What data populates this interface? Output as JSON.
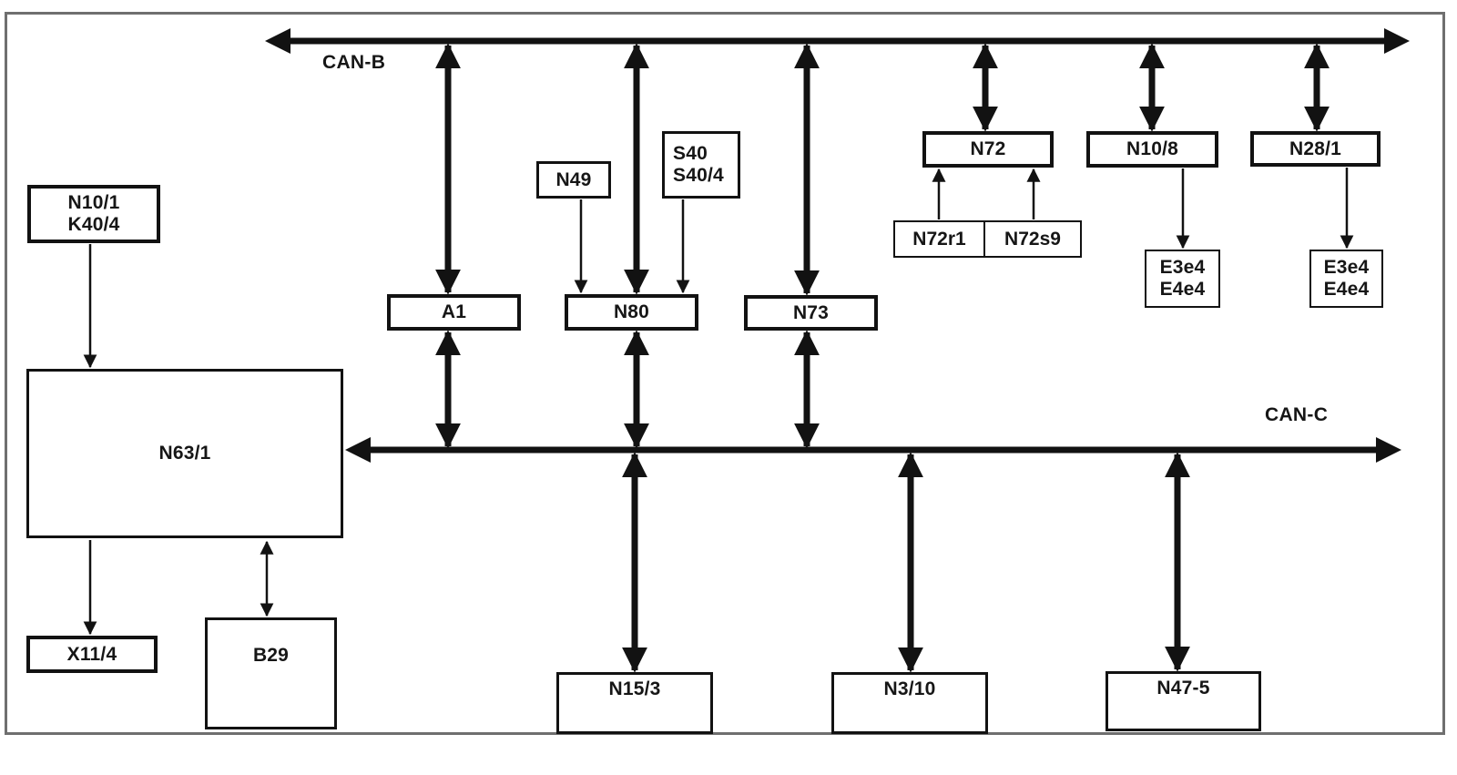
{
  "diagram_type": "CAN bus network topology diagram",
  "colors": {
    "line": "#121212",
    "frame": "#6f6f6f",
    "background": "#ffffff",
    "box_fill": "#ffffff",
    "text": "#161616"
  },
  "buses": {
    "can_b": {
      "label": "CAN-B",
      "arrowheads": "both-ends"
    },
    "can_c": {
      "label": "CAN-C",
      "arrowheads": "both-ends"
    }
  },
  "nodes": {
    "n10_1_k40_4": {
      "lines": [
        "N10/1",
        "K40/4"
      ]
    },
    "n63_1": {
      "label": "N63/1"
    },
    "x11_4": {
      "label": "X11/4"
    },
    "b29": {
      "label": "B29"
    },
    "a1": {
      "label": "A1"
    },
    "n49": {
      "label": "N49"
    },
    "s40_s40_4": {
      "lines": [
        "S40",
        "S40/4"
      ]
    },
    "n80": {
      "label": "N80"
    },
    "n73": {
      "label": "N73"
    },
    "n72": {
      "label": "N72"
    },
    "n72r1": {
      "label": "N72r1"
    },
    "n72s9": {
      "label": "N72s9"
    },
    "n10_8": {
      "label": "N10/8"
    },
    "n28_1": {
      "label": "N28/1"
    },
    "e3e4_e4e4_left": {
      "lines": [
        "E3e4",
        "E4e4"
      ]
    },
    "e3e4_e4e4_right": {
      "lines": [
        "E3e4",
        "E4e4"
      ]
    },
    "n15_3": {
      "label": "N15/3"
    },
    "n3_10": {
      "label": "N3/10"
    },
    "n47_5": {
      "label": "N47-5"
    }
  },
  "edges": [
    {
      "from": "CAN-B",
      "to": "A1",
      "style": "thick",
      "arrowheads": "both"
    },
    {
      "from": "CAN-B",
      "to": "N80",
      "style": "thick",
      "arrowheads": "both"
    },
    {
      "from": "CAN-B",
      "to": "N73",
      "style": "thick",
      "arrowheads": "both"
    },
    {
      "from": "CAN-B",
      "to": "N72",
      "style": "thick",
      "arrowheads": "both"
    },
    {
      "from": "CAN-B",
      "to": "N10/8",
      "style": "thick",
      "arrowheads": "both"
    },
    {
      "from": "CAN-B",
      "to": "N28/1",
      "style": "thick",
      "arrowheads": "both"
    },
    {
      "from": "A1",
      "to": "CAN-C",
      "style": "thick",
      "arrowheads": "both"
    },
    {
      "from": "N80",
      "to": "CAN-C",
      "style": "thick",
      "arrowheads": "both"
    },
    {
      "from": "N73",
      "to": "CAN-C",
      "style": "thick",
      "arrowheads": "both"
    },
    {
      "from": "CAN-C",
      "to": "N15/3",
      "style": "thick",
      "arrowheads": "both"
    },
    {
      "from": "CAN-C",
      "to": "N3/10",
      "style": "thick",
      "arrowheads": "both"
    },
    {
      "from": "CAN-C",
      "to": "N47-5",
      "style": "thick",
      "arrowheads": "both"
    },
    {
      "from": "CAN-C",
      "to": "N63/1",
      "style": "bus-end",
      "arrowheads": "into-node"
    },
    {
      "from": "N10/1 K40/4",
      "to": "N63/1",
      "style": "thin",
      "arrowheads": "end"
    },
    {
      "from": "N63/1",
      "to": "X11/4",
      "style": "thin",
      "arrowheads": "end"
    },
    {
      "from": "N63/1",
      "to": "B29",
      "style": "thin",
      "arrowheads": "both"
    },
    {
      "from": "N49",
      "to": "N80",
      "style": "thin",
      "arrowheads": "end"
    },
    {
      "from": "S40 S40/4",
      "to": "N80",
      "style": "thin",
      "arrowheads": "end"
    },
    {
      "from": "N72r1",
      "to": "N72",
      "style": "thin",
      "arrowheads": "end"
    },
    {
      "from": "N72s9",
      "to": "N72",
      "style": "thin",
      "arrowheads": "end"
    },
    {
      "from": "N10/8",
      "to": "E3e4 E4e4",
      "style": "thin",
      "arrowheads": "end"
    },
    {
      "from": "N28/1",
      "to": "E3e4 E4e4",
      "style": "thin",
      "arrowheads": "end"
    }
  ]
}
